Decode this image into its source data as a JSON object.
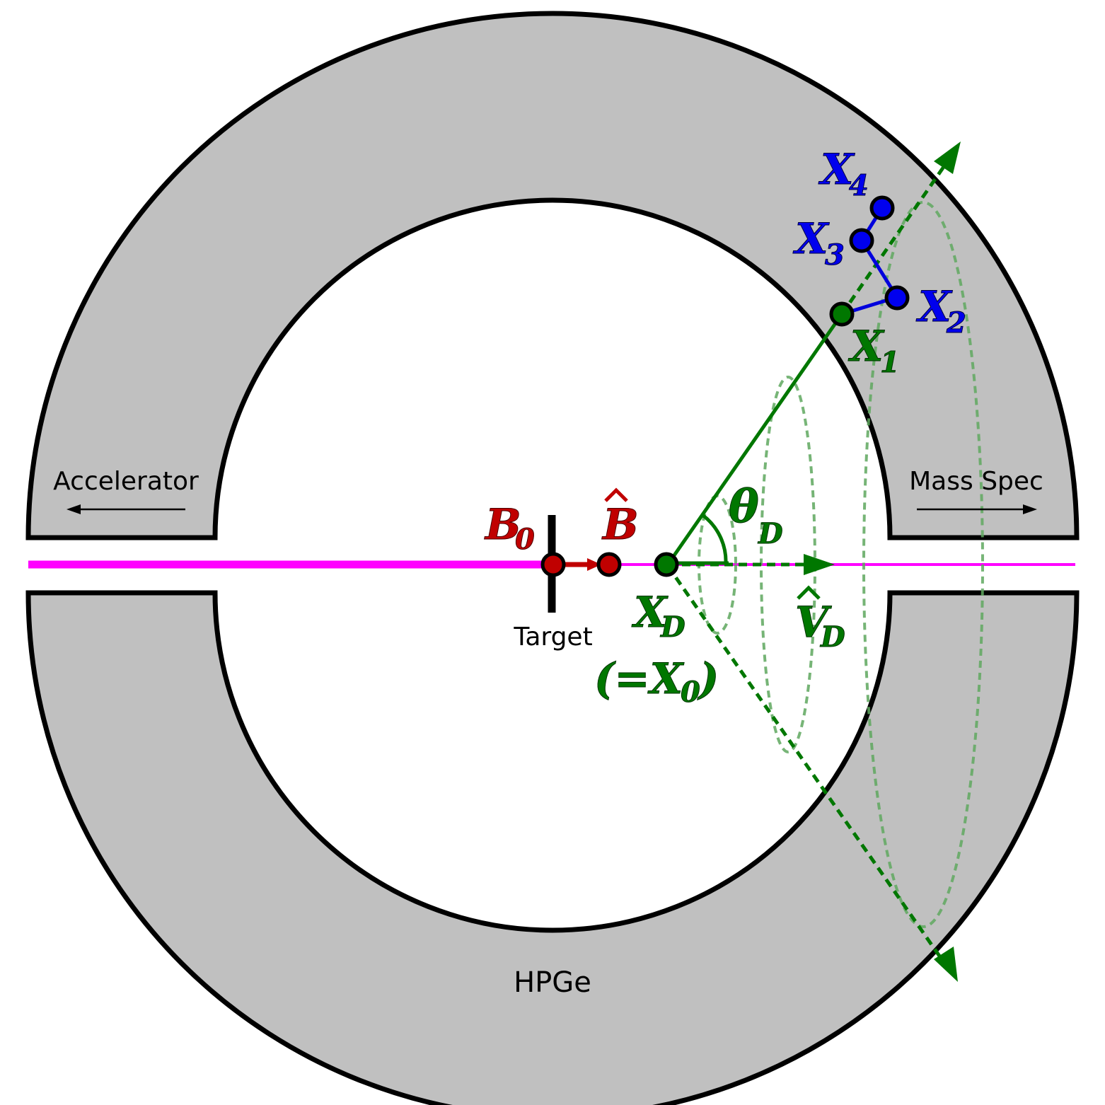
{
  "colors": {
    "detector_fill": "#c0c0c0",
    "outline": "#000000",
    "beam": "#ff00ff",
    "beam_point": "#c00000",
    "decay": "#007700",
    "decay_cone": "#5fa85f",
    "hits": "#0000dd"
  },
  "labels": {
    "accelerator": "Accelerator",
    "mass_spec": "Mass Spec",
    "target": "Target",
    "hpge": "HPGe"
  },
  "beam_points": {
    "b0_main": "B",
    "b0_sub": "0",
    "bhat_main": "B",
    "bhat_accent": "^"
  },
  "decay_point": {
    "xd_main": "X",
    "xd_sub": "D",
    "eq_open": "(=X",
    "eq_sub": "0",
    "eq_close": ")",
    "theta_main": "θ",
    "theta_sub": "D",
    "vd_main": "V",
    "vd_sub": "D",
    "vd_accent": "^"
  },
  "hits": [
    {
      "main": "X",
      "sub": "1"
    },
    {
      "main": "X",
      "sub": "2"
    },
    {
      "main": "X",
      "sub": "3"
    },
    {
      "main": "X",
      "sub": "4"
    }
  ],
  "icons": {
    "left_arrow": "arrow-left-icon",
    "right_arrow": "arrow-right-icon"
  }
}
